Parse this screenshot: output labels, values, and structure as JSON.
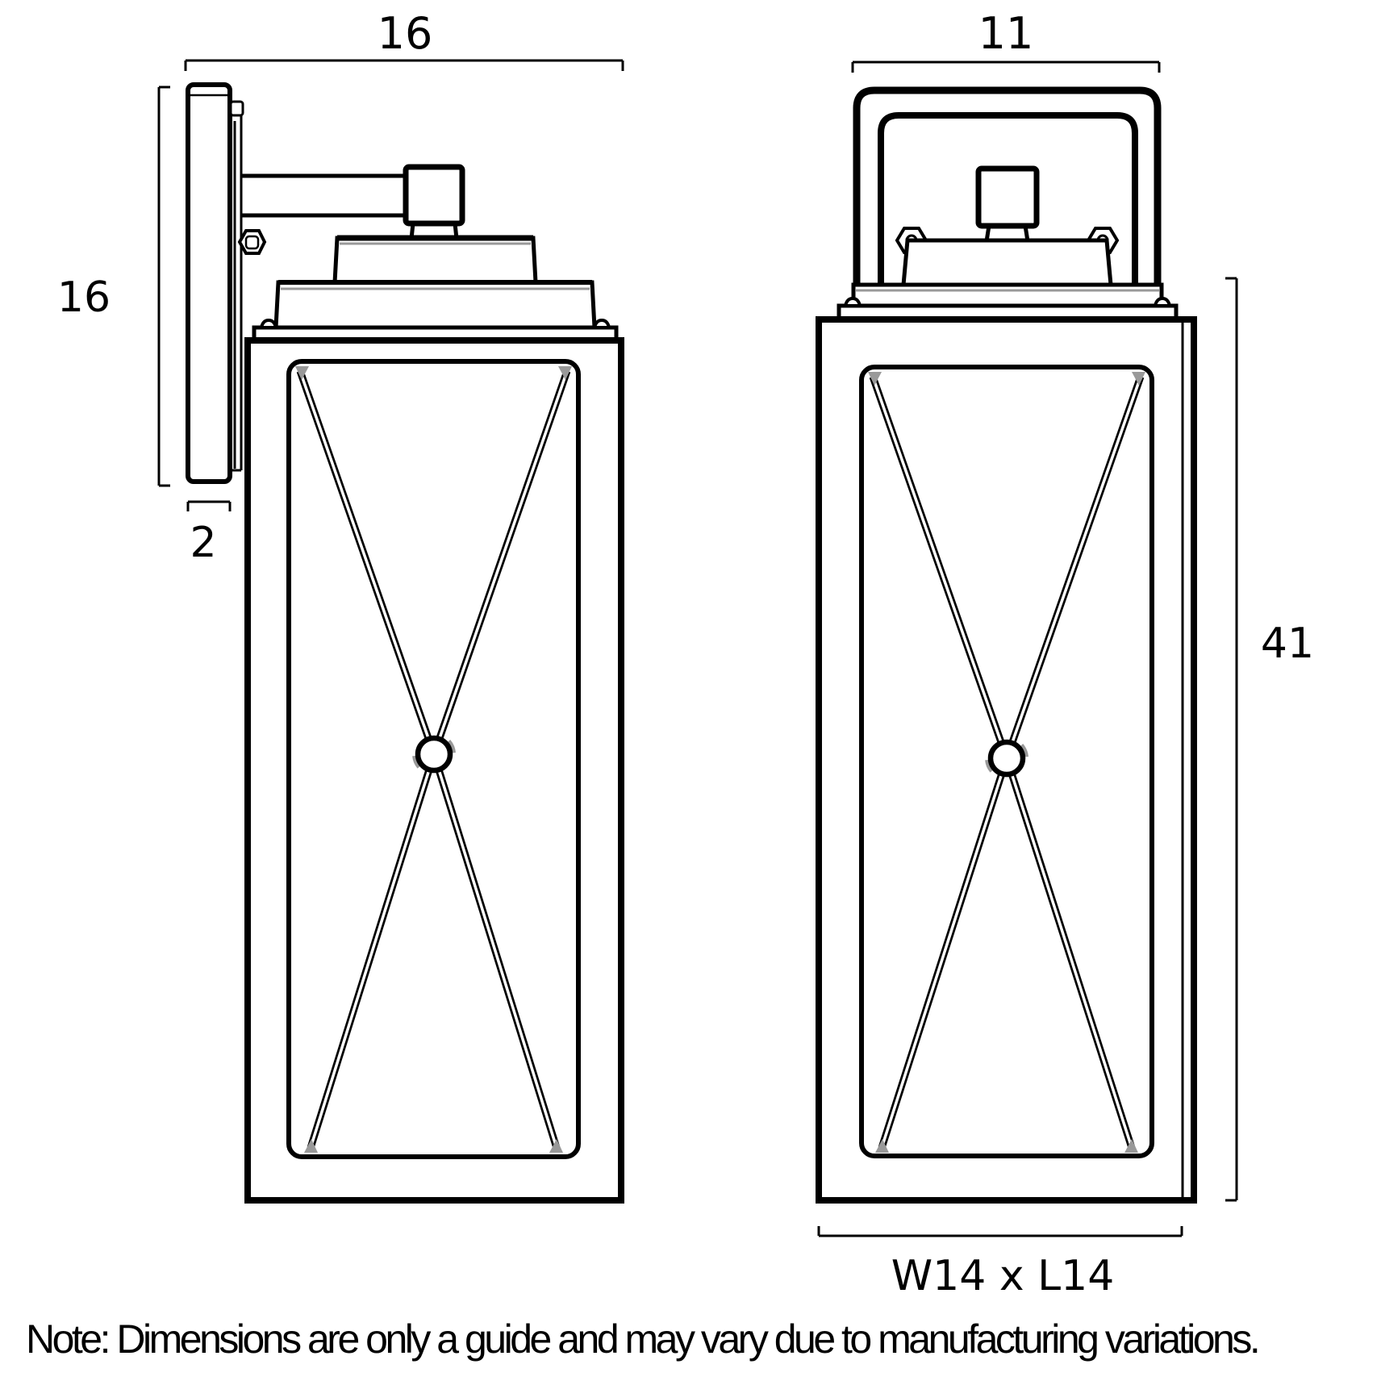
{
  "drawing": {
    "type": "technical-dimension-drawing",
    "product": "wall lantern two-view elevation",
    "colors": {
      "stroke": "#000000",
      "background": "#ffffff",
      "detail_gray": "#999999"
    },
    "side_view": {
      "top_width_label": "16",
      "height_label": "16",
      "backplate_depth_label": "2"
    },
    "front_view": {
      "top_width_label": "11",
      "overall_height_label": "41",
      "base_size_label": "W14 x L14"
    },
    "note": "Note: Dimensions are only a guide and may vary due to manufacturing variations."
  }
}
